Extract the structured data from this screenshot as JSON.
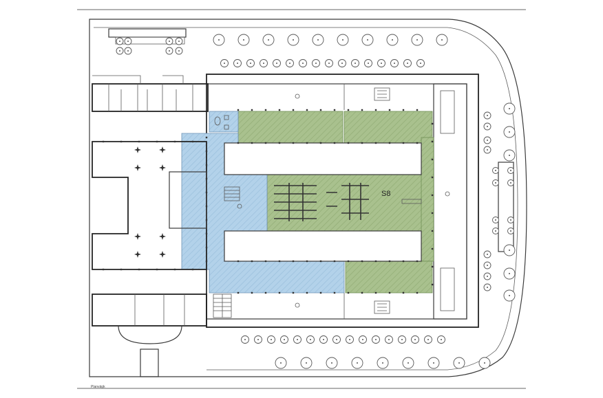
{
  "plan": {
    "zone_label": "S8",
    "caption": "Planvägk",
    "colors": {
      "zone_green": "#a9c18e",
      "zone_blue": "#b3d2ea",
      "line": "#3a3a3a"
    },
    "icons": [
      "tree-symbol",
      "star-column-symbol",
      "stair-symbol",
      "toilet-symbol"
    ]
  }
}
